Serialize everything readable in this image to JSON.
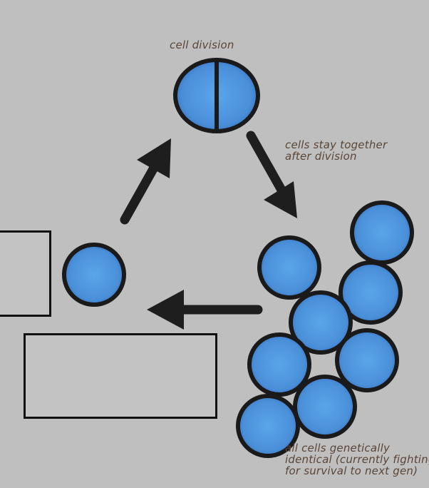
{
  "labels": {
    "division": "cell division",
    "together_line1": "cells stay together",
    "together_line2": "after division",
    "identical_line1": "all cells genetically",
    "identical_line2": "identical (currently fighting",
    "identical_line3": "for survival to next gen)"
  },
  "colors": {
    "background": "#bfbfbf",
    "cell_fill": "#4a90d9",
    "cell_outline": "#1a1a1a",
    "arrow": "#1e1e1e",
    "label": "#5a4636",
    "placeholder_box": "#c3c3c3"
  }
}
